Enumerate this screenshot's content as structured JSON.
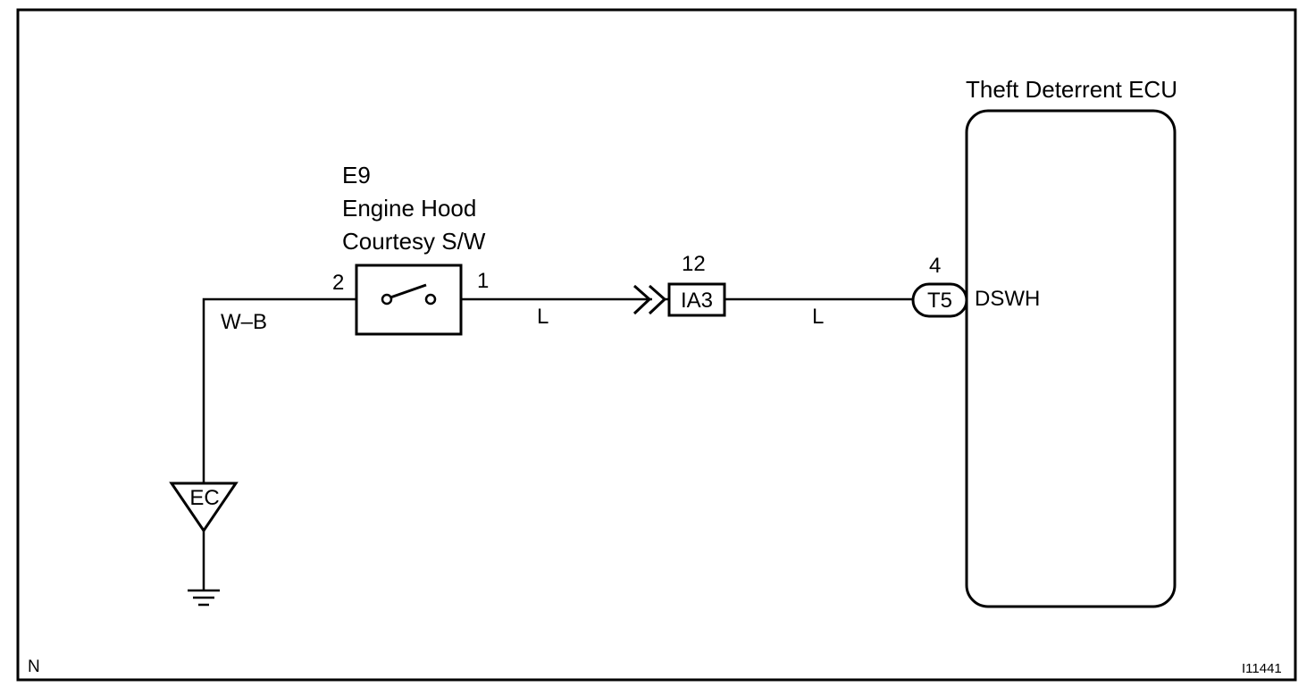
{
  "ecu": {
    "name": "Theft Deterrent ECU",
    "pin_number": "4",
    "connector": "T5",
    "terminal": "DSWH"
  },
  "switch": {
    "code": "E9",
    "name_line1": "Engine Hood",
    "name_line2": "Courtesy S/W",
    "pin_left": "2",
    "pin_right": "1"
  },
  "junction": {
    "pin_number": "12",
    "connector": "IA3"
  },
  "wires": {
    "ground_wire": "W–B",
    "signal_wire_1": "L",
    "signal_wire_2": "L"
  },
  "ground": {
    "code": "EC"
  },
  "footer": {
    "left_mark": "N",
    "figure_id": "I11441"
  },
  "colors": {
    "line": "#000000",
    "background": "#ffffff"
  }
}
